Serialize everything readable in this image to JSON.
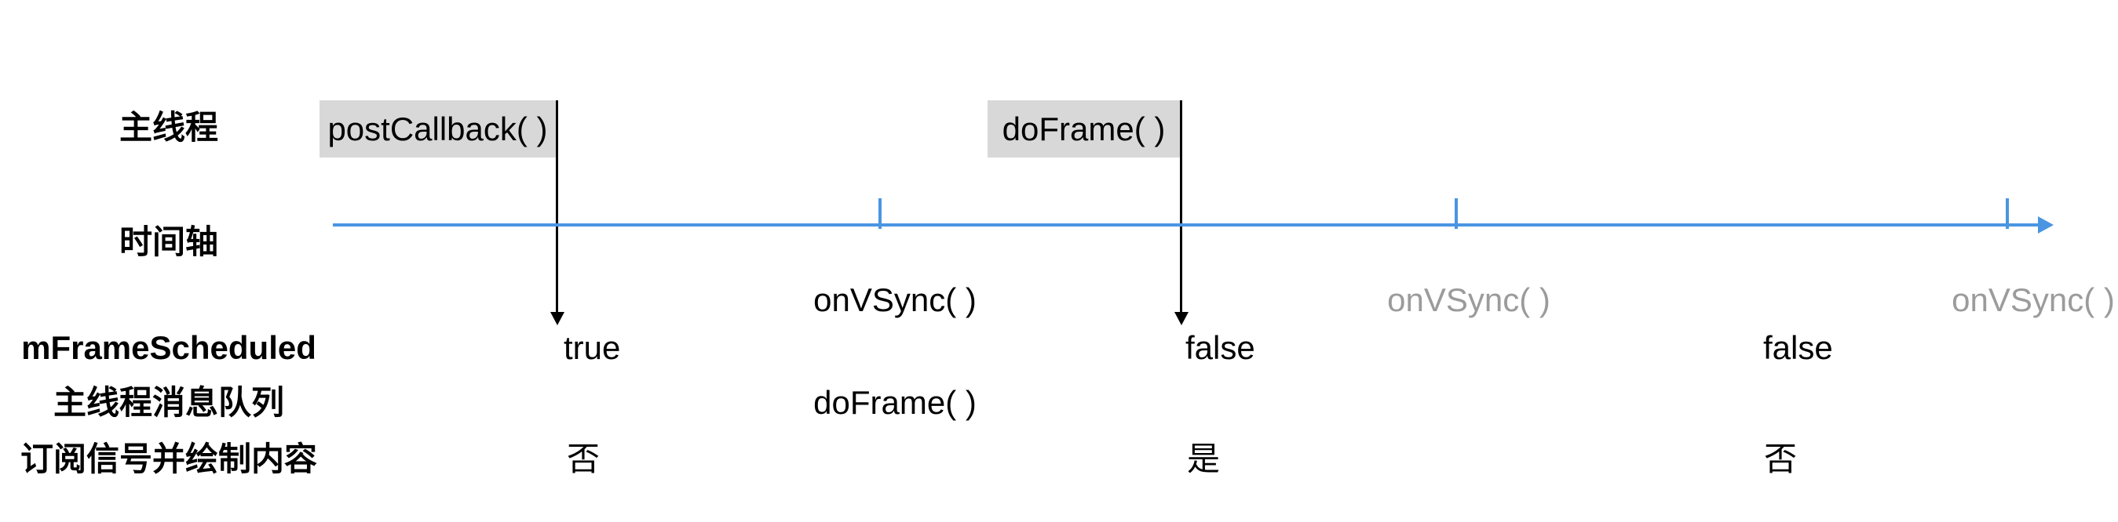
{
  "diagram": {
    "row_labels": {
      "main_thread": "主线程",
      "time_axis": "时间轴",
      "frame_scheduled": "mFrameScheduled",
      "message_queue": "主线程消息队列",
      "subscribe_draw": "订阅信号并绘制内容"
    },
    "events": [
      {
        "label": "postCallback( )"
      },
      {
        "label": "doFrame( )"
      }
    ],
    "vsync_labels": [
      {
        "label": "onVSync( )",
        "state": "handled"
      },
      {
        "label": "onVSync( )",
        "state": "unsubscribed"
      },
      {
        "label": "onVSync( )",
        "state": "unsubscribed"
      }
    ],
    "frame_scheduled_values": [
      "true",
      "false",
      "false"
    ],
    "message_queue_values": [
      "doFrame( )"
    ],
    "subscribe_draw_values": [
      "否",
      "是",
      "否"
    ],
    "colors": {
      "timeline": "#4a95e2",
      "event_box_fill": "#d8d8d8",
      "inactive_text": "#9b9b9b",
      "text": "#000000",
      "background": "#ffffff"
    }
  }
}
